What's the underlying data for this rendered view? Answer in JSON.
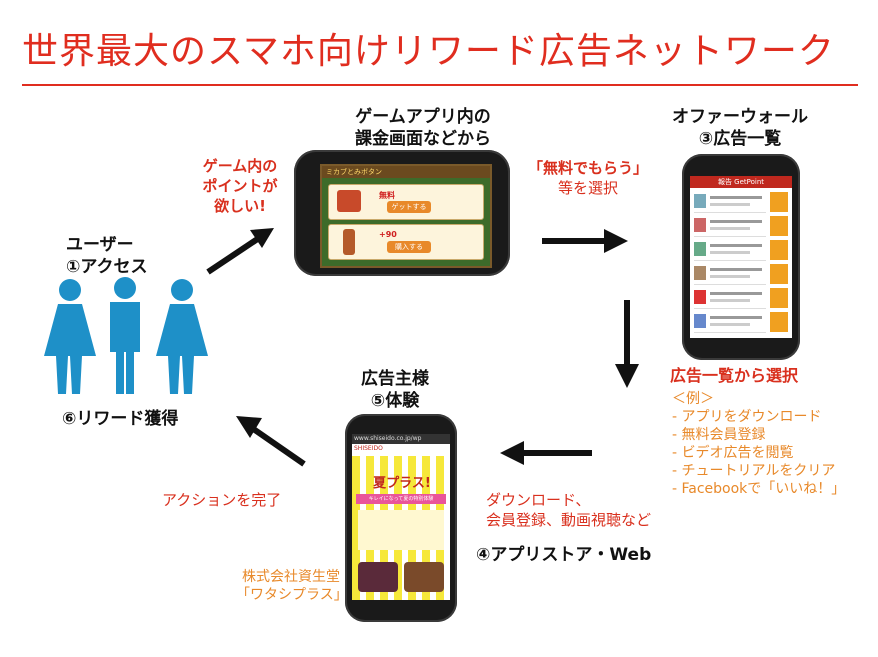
{
  "title": "世界最大のスマホ向けリワード広告ネットワーク",
  "colors": {
    "accent": "#e02d1f",
    "orange": "#e8892a",
    "user_blue": "#1e90c8"
  },
  "step_game": {
    "line1": "ゲームアプリ内の",
    "line2": "課金画面などから"
  },
  "step_offerwall": {
    "line1": "オファーウォール",
    "line2": "③広告一覧"
  },
  "step_user": {
    "line1": "ユーザー",
    "line2": "①アクセス"
  },
  "step_advertiser": {
    "line1": "広告主様",
    "line2": "⑤体験"
  },
  "step_reward": "⑥リワード獲得",
  "step_store": "④アプリストア・Web",
  "want_points": {
    "line1": "ゲーム内の",
    "line2": "ポイントが",
    "line3": "欲しい!"
  },
  "select_free": {
    "line1": "「無料でもらう」",
    "line2": "等を選択"
  },
  "select_list": "広告一覧から選択",
  "examples": {
    "header": "＜例＞",
    "items": [
      "- アプリをダウンロード",
      "- 無料会員登録",
      "- ビデオ広告を閲覧",
      "- チュートリアルをクリア",
      "- Facebookで「いいね！」"
    ]
  },
  "download": {
    "line1": "ダウンロード、",
    "line2": "会員登録、動画視聴など"
  },
  "complete_action": "アクションを完了",
  "advertiser_name": {
    "line1": "株式会社資生堂",
    "line2": "「ワタシプラス」"
  },
  "game_screen": {
    "header": "ミカブとみボタン",
    "row1_label": "無料",
    "row1_btn": "ゲットする",
    "row2_label": "+90",
    "row2_btn": "購入する"
  },
  "offer_screen": {
    "header": "報告 GetPoint"
  },
  "ad_screen": {
    "url": "www.shiseido.co.jp/wp",
    "brand": "SHISEIDO",
    "banner": "夏プラス!",
    "subbanner": "キレイになって夏の特別体験"
  }
}
